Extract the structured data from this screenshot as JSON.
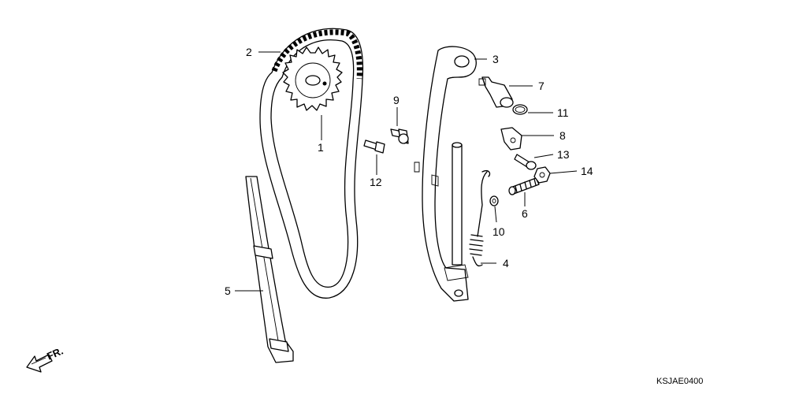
{
  "diagram": {
    "reference_code": "KSJAE0400",
    "front_marker": "FR.",
    "parts": [
      {
        "callout": "1",
        "icon": "cam-sprocket-icon"
      },
      {
        "callout": "2",
        "icon": "cam-chain-icon"
      },
      {
        "callout": "3",
        "icon": "tensioner-arm-icon"
      },
      {
        "callout": "4",
        "icon": "tensioner-spring-icon"
      },
      {
        "callout": "5",
        "icon": "chain-guide-icon"
      },
      {
        "callout": "6",
        "icon": "tensioner-push-rod-icon"
      },
      {
        "callout": "7",
        "icon": "tensioner-lifter-icon"
      },
      {
        "callout": "8",
        "icon": "stopper-plate-icon"
      },
      {
        "callout": "9",
        "icon": "bolt-icon"
      },
      {
        "callout": "10",
        "icon": "washer-icon"
      },
      {
        "callout": "11",
        "icon": "o-ring-icon"
      },
      {
        "callout": "12",
        "icon": "bolt-icon"
      },
      {
        "callout": "13",
        "icon": "screw-icon"
      },
      {
        "callout": "14",
        "icon": "nut-icon"
      }
    ]
  }
}
